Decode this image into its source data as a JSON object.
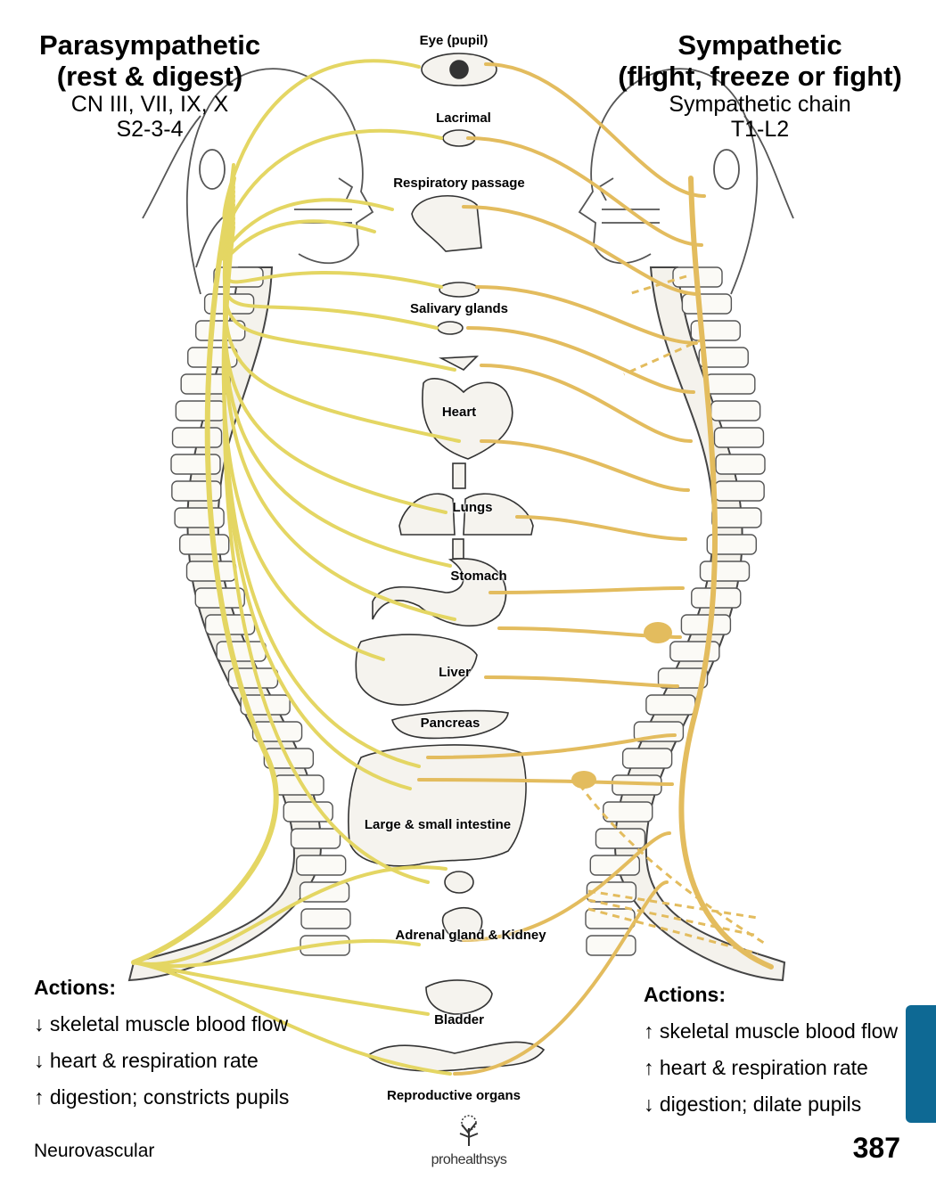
{
  "parasympathetic": {
    "title_line1": "Parasympathetic",
    "title_line2": "(rest & digest)",
    "sub_line1": "CN III, VII, IX, X",
    "sub_line2": "S2-3-4",
    "actions_title": "Actions:",
    "actions": [
      "↓ skeletal muscle blood flow",
      "↓ heart & respiration rate",
      "↑ digestion; constricts pupils"
    ]
  },
  "sympathetic": {
    "title_line1": "Sympathetic",
    "title_line2": "(flight, freeze or fight)",
    "sub_line1": "Sympathetic chain",
    "sub_line2": "T1-L2",
    "actions_title": "Actions:",
    "actions": [
      "↑ skeletal muscle blood flow",
      "↑ heart & respiration rate",
      "↓ digestion; dilate pupils"
    ]
  },
  "organs": [
    "Eye (pupil)",
    "Lacrimal",
    "Respiratory passage",
    "Salivary glands",
    "Heart",
    "Lungs",
    "Stomach",
    "Liver",
    "Pancreas",
    "Large & small intestine",
    "Adrenal gland & Kidney",
    "Bladder",
    "Reproductive organs"
  ],
  "footer": {
    "section": "Neurovascular",
    "page": "387",
    "brand": "prohealthsys"
  },
  "colors": {
    "parasympathetic_nerve": "#e4d663",
    "sympathetic_nerve": "#e3bc5e",
    "tab": "#0e6994",
    "line_art": "#333333"
  }
}
